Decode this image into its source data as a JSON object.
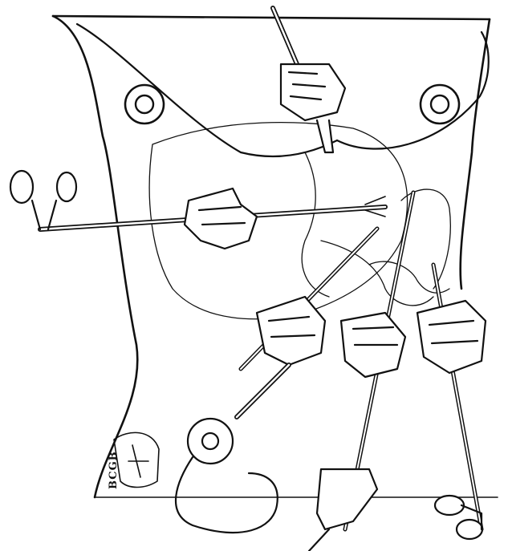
{
  "illustration": {
    "signature": "BCGB",
    "colors": {
      "ink": "#111111",
      "paper": "#ffffff"
    },
    "ports": [
      {
        "name": "upper-port"
      },
      {
        "name": "left-port"
      },
      {
        "name": "center-port"
      },
      {
        "name": "lower-mid-port"
      },
      {
        "name": "right-port"
      }
    ]
  }
}
